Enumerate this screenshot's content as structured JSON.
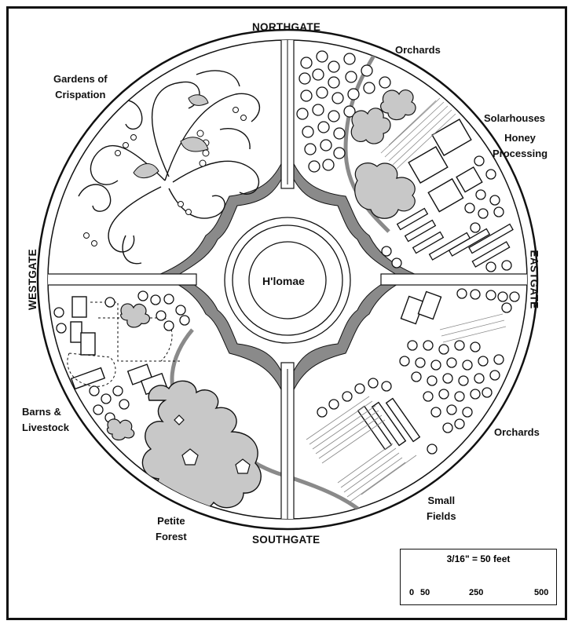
{
  "gates": {
    "north": "NORTHGATE",
    "south": "SOUTHGATE",
    "east": "EASTGATE",
    "west": "WESTGATE"
  },
  "center": {
    "label": "H'lomae"
  },
  "zones": {
    "gardens": [
      "Gardens of",
      "Crispation"
    ],
    "orchards_ne": "Orchards",
    "solarhouses": "Solarhouses",
    "honey": [
      "Honey",
      "Processing"
    ],
    "barns": [
      "Barns &",
      "Livestock"
    ],
    "petite_forest": [
      "Petite",
      "Forest"
    ],
    "orchards_se": "Orchards",
    "small_fields": [
      "Small",
      "Fields"
    ]
  },
  "scale": {
    "title": "3/16\" = 50 feet",
    "tick_labels": [
      "0",
      "50",
      "250",
      "500"
    ],
    "ticks_feet": [
      0,
      50,
      100,
      150,
      200,
      250,
      500
    ]
  },
  "colors": {
    "ink": "#111111",
    "fill_gray": "#c8c8c8",
    "road_gray": "#8a8a8a",
    "background": "#ffffff"
  }
}
